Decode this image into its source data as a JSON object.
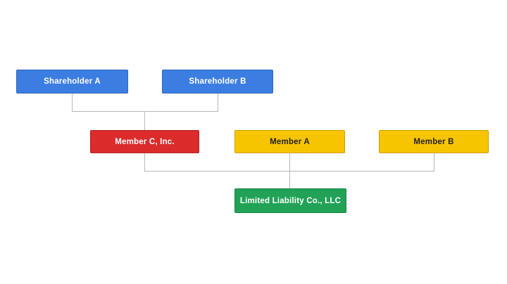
{
  "diagram": {
    "type": "org-ownership-chart",
    "background_color": "#ffffff",
    "connector_color": "#b7b7b7",
    "nodes": {
      "shareholder_a": {
        "label": "Shareholder A",
        "color": "#3c7de2",
        "text_color": "#ffffff"
      },
      "shareholder_b": {
        "label": "Shareholder B",
        "color": "#3c7de2",
        "text_color": "#ffffff"
      },
      "member_c": {
        "label": "Member C, Inc.",
        "color": "#db2b2b",
        "text_color": "#ffffff"
      },
      "member_a": {
        "label": "Member A",
        "color": "#f7c500",
        "text_color": "#222222"
      },
      "member_b": {
        "label": "Member B",
        "color": "#f7c500",
        "text_color": "#222222"
      },
      "llc": {
        "label": "Limited Liability Co., LLC",
        "color": "#21a256",
        "text_color": "#ffffff"
      }
    },
    "edges": [
      {
        "from": "shareholder_a",
        "to": "member_c"
      },
      {
        "from": "shareholder_b",
        "to": "member_c"
      },
      {
        "from": "member_c",
        "to": "llc"
      },
      {
        "from": "member_a",
        "to": "llc"
      },
      {
        "from": "member_b",
        "to": "llc"
      }
    ]
  }
}
